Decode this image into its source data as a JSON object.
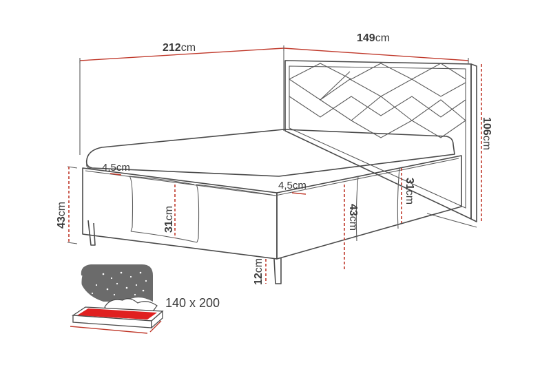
{
  "dimensions": {
    "length": {
      "value": "212",
      "unit": "cm"
    },
    "width": {
      "value": "149",
      "unit": "cm"
    },
    "headboard_height": {
      "value": "106",
      "unit": "cm"
    },
    "bed_height_left": {
      "value": "43",
      "unit": "cm"
    },
    "bed_height_right": {
      "value": "43",
      "unit": "cm"
    },
    "mattress_inset_left": {
      "value": "4,5",
      "unit": "cm"
    },
    "mattress_inset_right": {
      "value": "4,5",
      "unit": "cm"
    },
    "drawer_height_front": {
      "value": "31",
      "unit": "cm"
    },
    "drawer_height_side": {
      "value": "31",
      "unit": "cm"
    },
    "leg_height": {
      "value": "12",
      "unit": "cm"
    }
  },
  "mattress_size": "140 x 200",
  "colors": {
    "accent": "#c0392b",
    "outline": "#4a4a4a",
    "storage": "#6b6b6b",
    "mattress_fill": "#e02020"
  }
}
